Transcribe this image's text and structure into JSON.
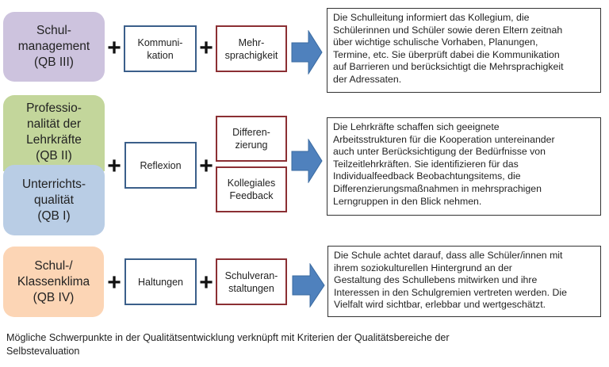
{
  "rows": [
    {
      "areas": [
        {
          "label": "Schul-\nmanagement\n(QB III)",
          "color": "#cdc3de"
        }
      ],
      "criterion": "Kommuni-\nkation",
      "focus": [
        "Mehr-\nsprachigkeit"
      ],
      "description": "Die Schulleitung informiert das Kollegium, die\nSchülerinnen und Schüler sowie deren Eltern zeitnah\nüber wichtige schulische Vorhaben,  Planungen,\nTermine, etc. Sie überprüft dabei die Kommunikation\nauf Barrieren und berücksichtigt die Mehrsprachigkeit\nder Adressaten."
    },
    {
      "areas": [
        {
          "label": "Professio-\nnalität  der\nLehrkräfte\n(QB II)",
          "color": "#c3d69b"
        },
        {
          "label": "Unterrichts-\nqualität\n(QB I)",
          "color": "#b9cde5"
        }
      ],
      "criterion": "Reflexion",
      "focus": [
        "Differen-\nzierung",
        "Kollegiales\nFeedback"
      ],
      "description": "Die Lehrkräfte  schaffen sich geeignete\nArbeitsstrukturen für die Kooperation untereinander\nauch unter Berücksichtigung der Bedürfnisse von\nTeilzeitlehrkräften.  Sie identifizieren für das\nIndividualfeedback  Beobachtungsitems, die\nDifferenzierungsmaßnahmen in mehrsprachigen\nLerngruppen in den Blick nehmen."
    },
    {
      "areas": [
        {
          "label": "Schul-/\nKlassenklima\n(QB IV)",
          "color": "#fcd5b5"
        }
      ],
      "criterion": "Haltungen",
      "focus": [
        "Schulveran-\nstaltungen"
      ],
      "description": "Die Schule achtet darauf, dass alle Schüler/innen mit\nihrem soziokulturellen Hintergrund an der\nGestaltung des Schullebens mitwirken und ihre\nInteressen in den Schulgremien vertreten werden. Die\nVielfalt wird sichtbar, erlebbar und wertgeschätzt."
    }
  ],
  "symbols": {
    "plus": "+"
  },
  "colors": {
    "arrow": "#4f81bd",
    "criterion_border": "#3b5f8a",
    "focus_border": "#8b2f33"
  },
  "caption": "Mögliche  Schwerpunkte  in der Qualitätsentwicklung  verknüpft  mit Kriterien der Qualitätsbereiche  der\nSelbstevaluation"
}
